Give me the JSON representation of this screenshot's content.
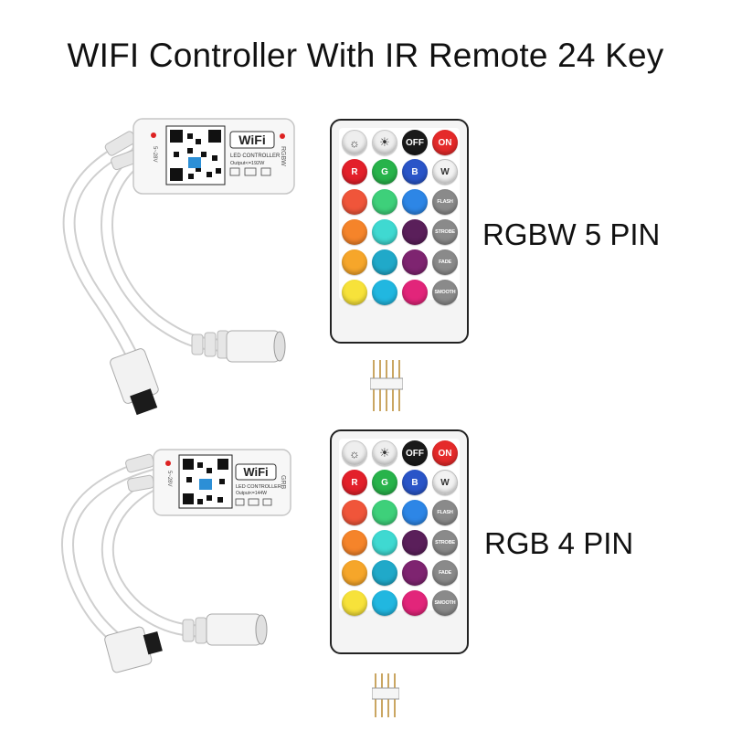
{
  "title": "WIFI Controller With IR Remote 24 Key",
  "products": [
    {
      "label": "RGBW 5 PIN",
      "controller": {
        "brand_text": "WiFi",
        "subtitle": "LED CONTROLLER",
        "output": "Output<=192W",
        "voltage": "5~28V",
        "channel_text": "RGBW"
      }
    },
    {
      "label": "RGB 4 PIN",
      "controller": {
        "brand_text": "WiFi",
        "subtitle": "LED CONTROLLER",
        "output": "Output<=144W",
        "voltage": "5~28V",
        "channel_text": "GRB"
      }
    }
  ],
  "remote": {
    "row1": [
      {
        "name": "brightness-up",
        "text": "☼",
        "color": "#eeeeee"
      },
      {
        "name": "brightness-down",
        "text": "☀",
        "color": "#eeeeee"
      },
      {
        "name": "off",
        "text": "OFF",
        "color": "#1a1a1a"
      },
      {
        "name": "on",
        "text": "ON",
        "color": "#e52a2a"
      }
    ],
    "row2": [
      {
        "name": "red",
        "text": "R",
        "color": "#e3202a"
      },
      {
        "name": "green",
        "text": "G",
        "color": "#28b34b"
      },
      {
        "name": "blue",
        "text": "B",
        "color": "#2a55c8"
      },
      {
        "name": "white",
        "text": "W",
        "color": "#f2f2f2"
      }
    ],
    "grid_colors": [
      [
        "#f0553a",
        "#3ed07a",
        "#2d86e6"
      ],
      [
        "#f5842a",
        "#3fd9d1",
        "#5a1f5a"
      ],
      [
        "#f6a62a",
        "#20a9c9",
        "#7e2470"
      ],
      [
        "#f7e23a",
        "#21b7e0",
        "#e2257a"
      ]
    ],
    "func_keys": [
      "FLASH",
      "STROBE",
      "FADE",
      "SMOOTH"
    ]
  }
}
